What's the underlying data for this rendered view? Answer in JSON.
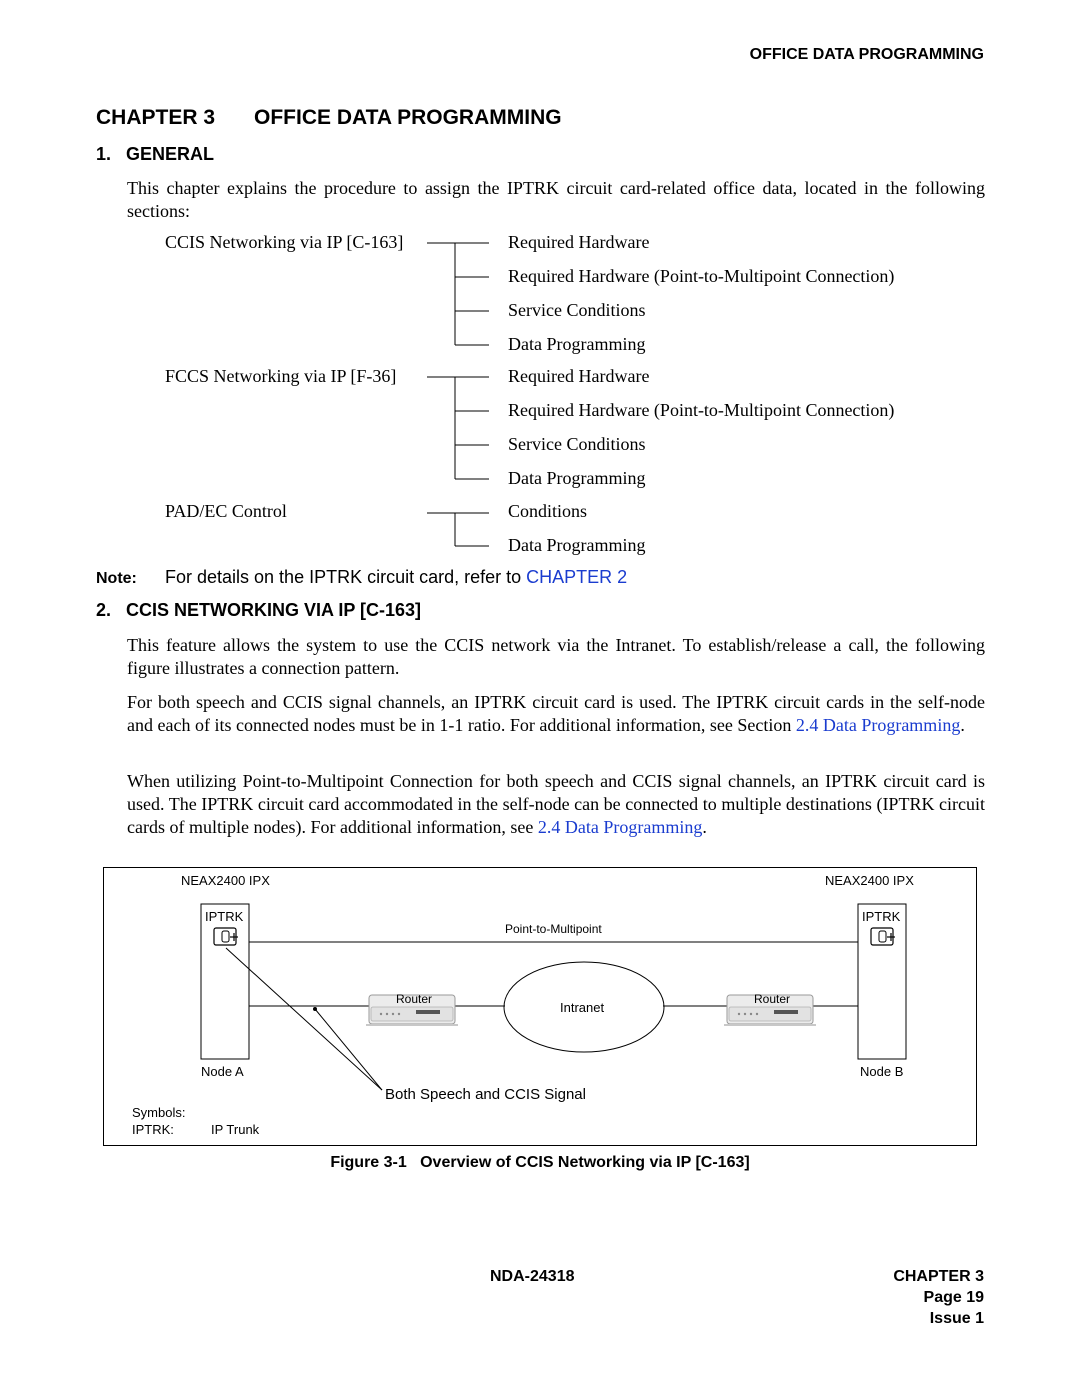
{
  "running_header": "OFFICE DATA PROGRAMMING",
  "chapter": {
    "number": "CHAPTER 3",
    "title": "OFFICE DATA PROGRAMMING"
  },
  "section1": {
    "number": "1.",
    "title": "GENERAL",
    "intro": "This chapter explains the procedure to assign the IPTRK circuit card-related office data, located in the following sections:"
  },
  "tree": {
    "groups": [
      {
        "label": "CCIS Networking via IP [C-163]",
        "items": [
          "Required Hardware",
          "Required Hardware (Point-to-Multipoint Connection)",
          "Service Conditions",
          "Data Programming"
        ]
      },
      {
        "label": "FCCS Networking via IP [F-36]",
        "items": [
          "Required Hardware",
          "Required Hardware (Point-to-Multipoint Connection)",
          "Service Conditions",
          "Data Programming"
        ]
      },
      {
        "label": "PAD/EC Control",
        "items": [
          "Conditions",
          "Data Programming"
        ]
      }
    ]
  },
  "note": {
    "label": "Note:",
    "text": "For details on the IPTRK circuit card, refer to",
    "link": "CHAPTER 2"
  },
  "section2": {
    "number": "2.",
    "title": "CCIS NETWORKING VIA IP [C-163]",
    "p1": "This feature allows the system to use the CCIS network via the Intranet. To establish/release a call, the following figure illustrates a connection pattern.",
    "p2_text": "For both speech and CCIS signal channels, an IPTRK circuit card is used. The IPTRK circuit cards in the self-node and each of its connected nodes must be in 1-1 ratio. For additional information, see Section",
    "p2_link": "2.4 Data Programming",
    "p2_end": ".",
    "p3_text": "When utilizing Point-to-Multipoint Connection for both speech and CCIS signal channels, an IPTRK circuit card is used. The IPTRK circuit card accommodated in the self-node can be connected to multiple destinations (IPTRK circuit cards of multiple nodes). For additional information, see",
    "p3_link": "2.4 Data Programming",
    "p3_end": "."
  },
  "figure": {
    "left_system": "NEAX2400 IPX",
    "right_system": "NEAX2400 IPX",
    "left_card": "IPTRK",
    "right_card": "IPTRK",
    "point_to_multipoint": "Point-to-Multipoint",
    "left_router": "Router",
    "right_router": "Router",
    "intranet": "Intranet",
    "node_a": "Node A",
    "node_b": "Node B",
    "signal_label": "Both Speech and CCIS Signal",
    "symbols_label": "Symbols:",
    "symbol_key": "IPTRK:",
    "symbol_value": "IP Trunk",
    "caption": "Figure 3-1   Overview of CCIS Networking via IP [C-163]"
  },
  "footer": {
    "doc": "NDA-24318",
    "chapter": "CHAPTER 3",
    "page": "Page 19",
    "issue": "Issue 1"
  },
  "colors": {
    "link": "#1a3ccf",
    "text": "#000000"
  }
}
